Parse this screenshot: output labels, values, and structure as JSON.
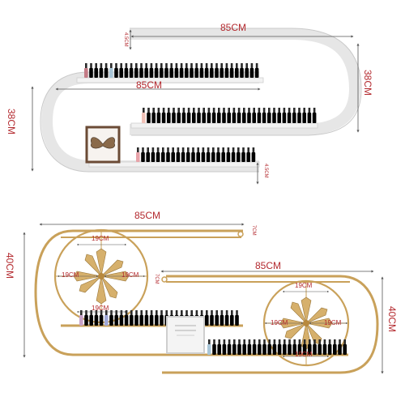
{
  "product_image": {
    "top_shelf": {
      "width_top": "85CM",
      "width_mid": "85CM",
      "height_left": "38CM",
      "height_right": "38CM",
      "depth_upper": "4.5CM",
      "depth_lower": "4.5CM"
    },
    "bottom_left_shelf": {
      "width": "85CM",
      "height": "40CM",
      "depth": "7CM",
      "rings": [
        "19CM",
        "19CM",
        "19CM",
        "19CM"
      ]
    },
    "bottom_right_shelf": {
      "width": "85CM",
      "height": "40CM",
      "depth": "7CM",
      "rings": [
        "19CM",
        "19CM",
        "19CM",
        "19CM"
      ]
    }
  },
  "colors": {
    "dimension_text": "#b3282d",
    "shelf_white": "#eeeeee",
    "shelf_edge": "#c9c9c9",
    "gold": "#c9a15a",
    "line": "#555555"
  }
}
